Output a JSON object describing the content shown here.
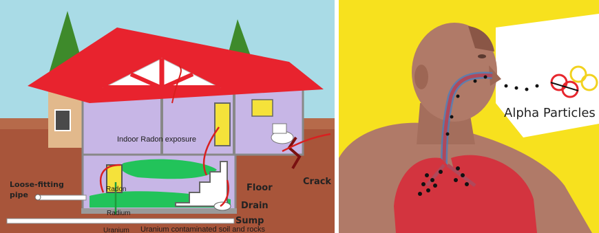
{
  "house_panel": {
    "labels": {
      "indoor": "Indoor Radon exposure",
      "loose_pipe_line1": "Loose-fitting",
      "loose_pipe_line2": "pipe",
      "radon": "Radon",
      "radium": "Radium",
      "uranium": "Uranium",
      "soil": "Uranium contaminated soil and rocks",
      "floor": "Floor",
      "drain": "Drain",
      "sump": "Sump",
      "crack": "Crack"
    },
    "colors": {
      "sky": "#a9dbe6",
      "roof": "#e8232e",
      "ground": "#a8553a",
      "interior": "#c7b6e6",
      "radon_green": "#22c35a",
      "yellow": "#f5e23a"
    }
  },
  "body_panel": {
    "labels": {
      "alpha": "Alpha Particles"
    },
    "colors": {
      "background": "#f7e11e",
      "skin": "#b07a68",
      "lungs": "#d3343f",
      "airflow": "#3d7fc8",
      "alpha_ring": "#e7262d",
      "alpha_ring_yellow": "#f2d21f"
    }
  }
}
